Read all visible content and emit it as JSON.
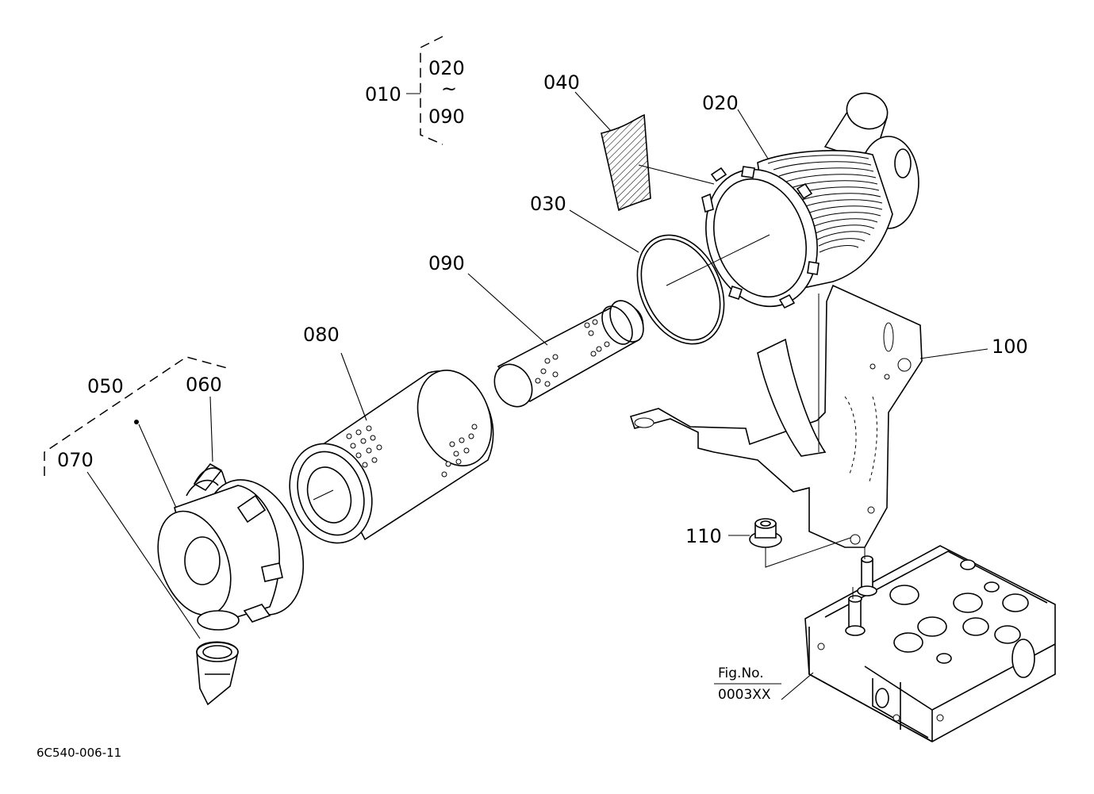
{
  "diagram": {
    "callouts": [
      {
        "id": "010",
        "text": "010"
      },
      {
        "id": "020_top",
        "text": "020"
      },
      {
        "id": "tilde",
        "text": "~"
      },
      {
        "id": "090_top",
        "text": "090"
      },
      {
        "id": "040",
        "text": "040"
      },
      {
        "id": "020",
        "text": "020"
      },
      {
        "id": "030",
        "text": "030"
      },
      {
        "id": "090",
        "text": "090"
      },
      {
        "id": "080",
        "text": "080"
      },
      {
        "id": "100",
        "text": "100"
      },
      {
        "id": "050",
        "text": "050"
      },
      {
        "id": "060",
        "text": "060"
      },
      {
        "id": "070",
        "text": "070"
      },
      {
        "id": "110",
        "text": "110"
      }
    ],
    "fig_ref": {
      "line1": "Fig.No.",
      "line2": "0003XX"
    },
    "drawing_code": "6C540-006-11"
  }
}
